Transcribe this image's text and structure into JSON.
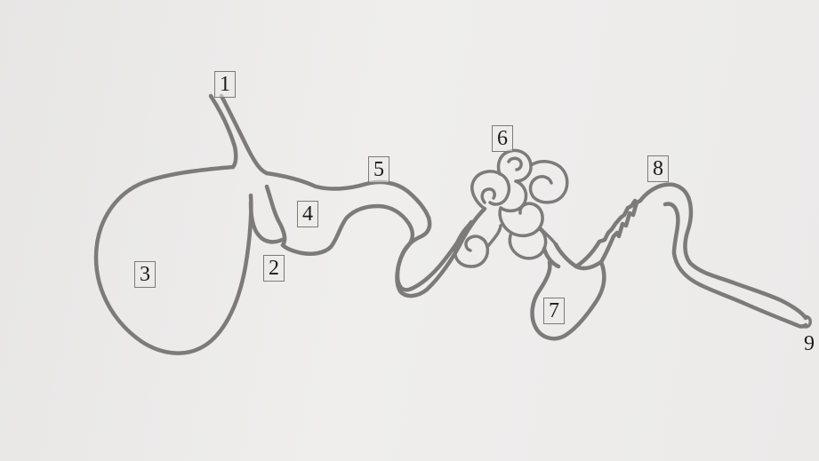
{
  "labels": {
    "l1": "1",
    "l2": "2",
    "l3": "3",
    "l4": "4",
    "l5": "5",
    "l6": "6",
    "l7": "7",
    "l8": "8",
    "l9": "9"
  },
  "colors": {
    "paper": "#ecebea",
    "pencil": "#7d7b7a",
    "label_text": "#1a1a1a"
  }
}
